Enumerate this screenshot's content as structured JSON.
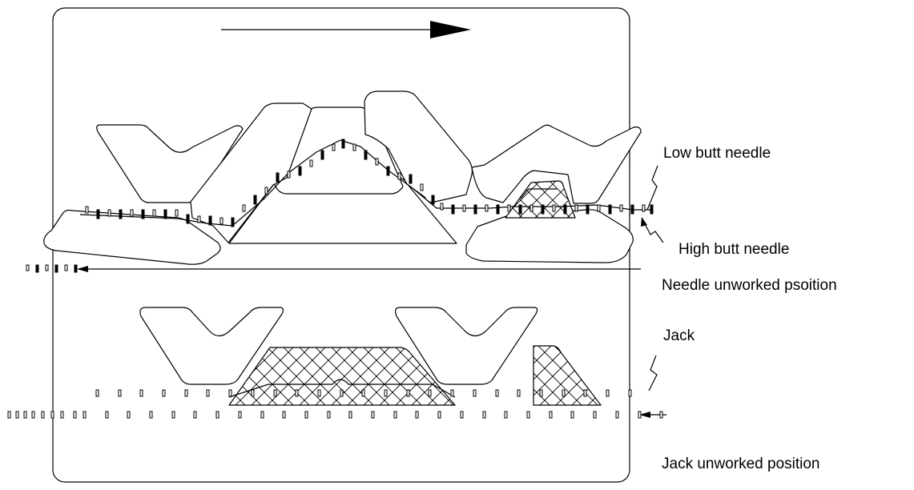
{
  "labels": {
    "low_butt": "Low butt needle",
    "high_butt": "High butt needle",
    "needle_unworked": "Needle unworked psoition",
    "jack": "Jack",
    "jack_unworked": "Jack unworked position"
  },
  "colors": {
    "line": "#000000",
    "background": "#ffffff"
  }
}
